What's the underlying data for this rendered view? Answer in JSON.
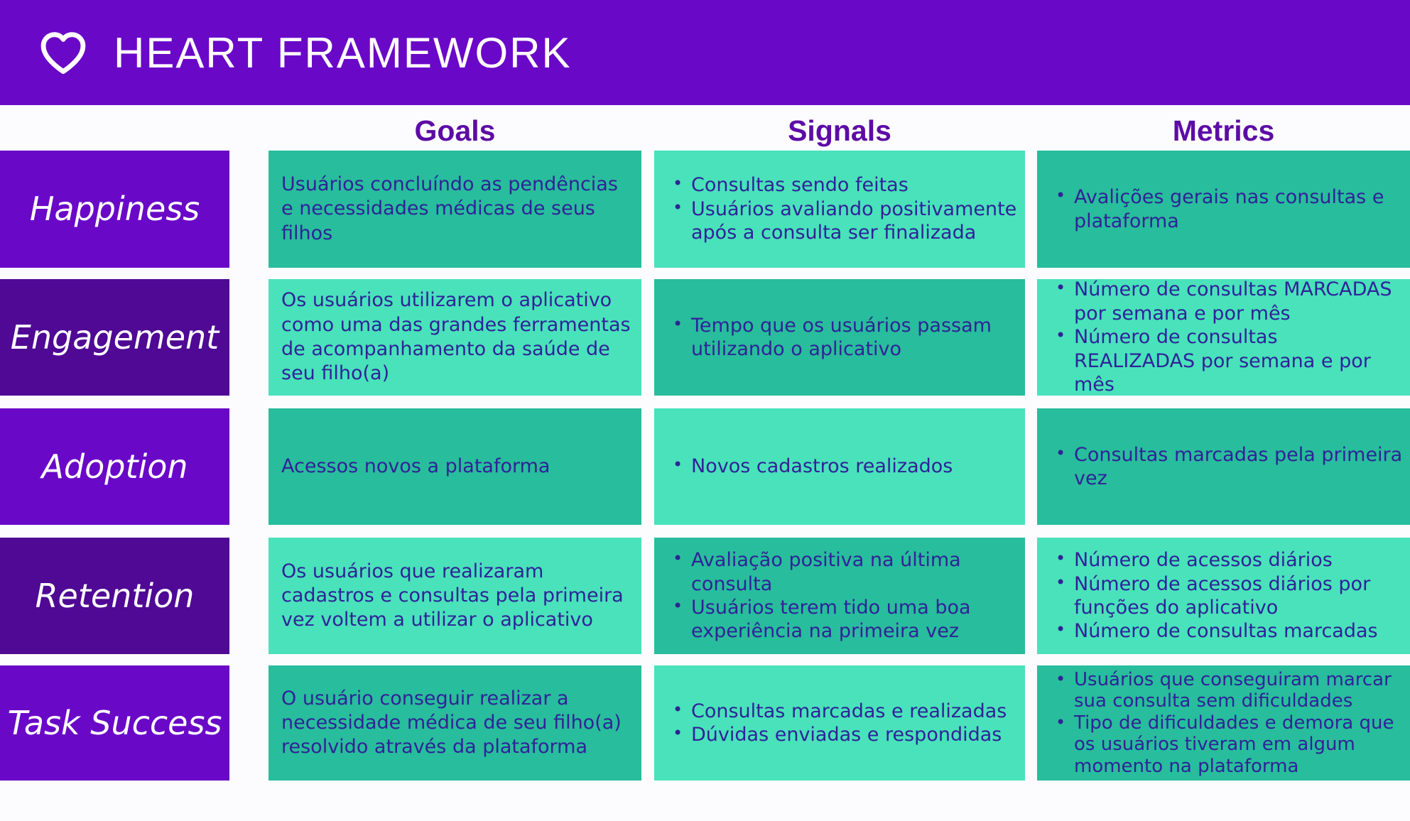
{
  "header": {
    "title": "HEART FRAMEWORK",
    "icon": "heart-icon"
  },
  "columns": {
    "goals": "Goals",
    "signals": "Signals",
    "metrics": "Metrics"
  },
  "rows": [
    {
      "label": "Happiness",
      "goal": "Usuários concluíndo as pendências e necessidades médicas de seus filhos",
      "signals": [
        "Consultas sendo feitas",
        "Usuários avaliando positivamente após a consulta ser finalizada"
      ],
      "metrics": [
        "Avalições gerais nas consultas e plataforma"
      ]
    },
    {
      "label": "Engagement",
      "goal": "Os usuários utilizarem o aplicativo como uma das grandes ferramentas de acompanhamento da saúde de seu filho(a)",
      "signals": [
        "Tempo que os usuários passam utilizando o aplicativo"
      ],
      "metrics": [
        "Número de consultas MARCADAS por semana e por mês",
        "Número de consultas REALIZADAS por semana e por mês"
      ]
    },
    {
      "label": "Adoption",
      "goal": "Acessos novos a plataforma",
      "signals": [
        "Novos cadastros realizados"
      ],
      "metrics": [
        "Consultas marcadas pela primeira vez"
      ]
    },
    {
      "label": "Retention",
      "goal": "Os usuários que realizaram cadastros e consultas pela primeira vez voltem a utilizar o aplicativo",
      "signals": [
        "Avaliação positiva na última consulta",
        "Usuários terem tido uma boa experiência na primeira vez"
      ],
      "metrics": [
        "Número de acessos diários",
        "Número de acessos diários por funções do aplicativo",
        "Número de consultas marcadas"
      ]
    },
    {
      "label": "Task Success",
      "goal": "O usuário conseguir realizar a necessidade médica de seu filho(a) resolvido através da plataforma",
      "signals": [
        "Consultas marcadas e realizadas",
        "Dúvidas enviadas e respondidas"
      ],
      "metrics": [
        "Usuários que conseguiram marcar sua consulta sem dificuldades",
        "Tipo de dificuldades e demora que os usuários tiveram em algum momento na plataforma"
      ]
    }
  ],
  "colors": {
    "header_bg": "#6a08c8",
    "row_label_bright_purple": "#6a08c8",
    "row_label_dark_purple": "#4f0994",
    "cell_teal_dark": "#28bd9c",
    "cell_teal_light": "#49e2bb",
    "cell_text": "#2f2398",
    "column_header_text": "#5d0ba6",
    "title_text": "#ffffff",
    "page_bg": "#fcfcfe"
  }
}
